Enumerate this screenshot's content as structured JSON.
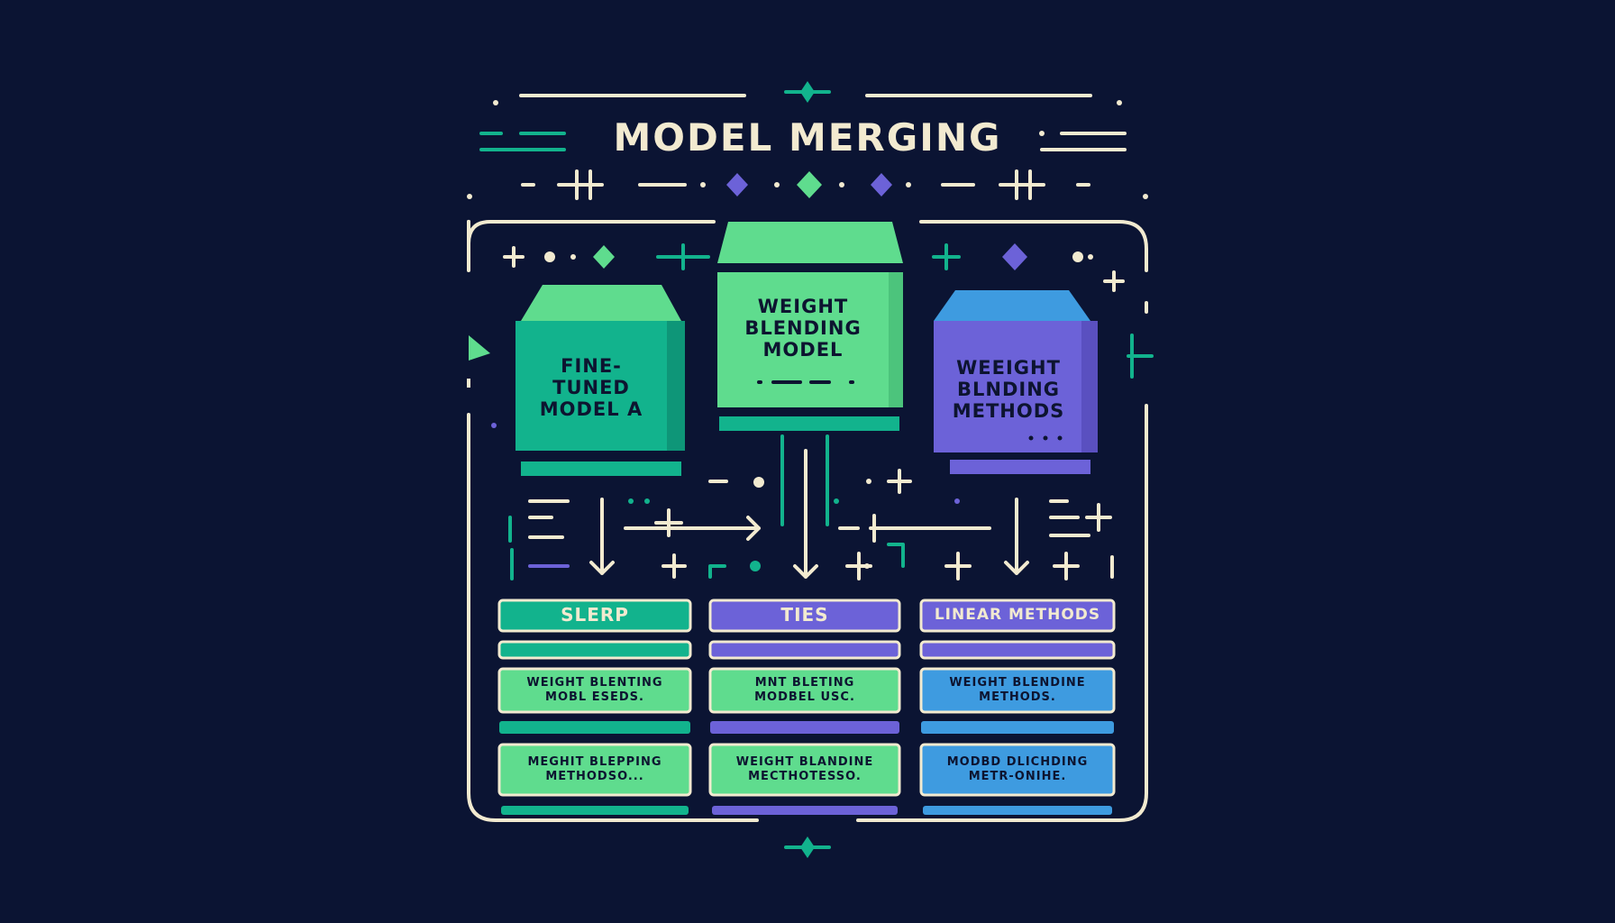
{
  "title": "MODEL MERGING",
  "colors": {
    "background": "#0b1433",
    "cream": "#f2ead0",
    "teal": "#12b38d",
    "mint": "#5fdc8e",
    "violet": "#6c62d8",
    "sky": "#3e9be0"
  },
  "cards": {
    "left": {
      "line1": "FINE-",
      "line2": "TUNED",
      "line3": "MODEL A"
    },
    "center": {
      "line1": "WEIGHT",
      "line2": "BLENDING",
      "line3": "MODEL"
    },
    "right": {
      "line1": "WEEIGHT",
      "line2": "BLNDING",
      "line3": "METHODS"
    }
  },
  "methods": {
    "slerp": {
      "label": "SLERP",
      "row1_line1": "WEIGHT BLENTING",
      "row1_line2": "MOBL ESEDS.",
      "row2_line1": "MEGHIT BLEPPING",
      "row2_line2": "METHODSO..."
    },
    "ties": {
      "label": "TIES",
      "row1_line1": "MNT BLETING",
      "row1_line2": "MODBEL USC.",
      "row2_line1": "WEIGHT BLANDINE",
      "row2_line2": "MECTHOTESSO."
    },
    "linear": {
      "label": "LINEAR METHODS",
      "row1_line1": "WEIGHT BLENDINE",
      "row1_line2": "METHODS.",
      "row2_line1": "MODBD DLICHDING",
      "row2_line2": "METR-ONIHE."
    }
  }
}
